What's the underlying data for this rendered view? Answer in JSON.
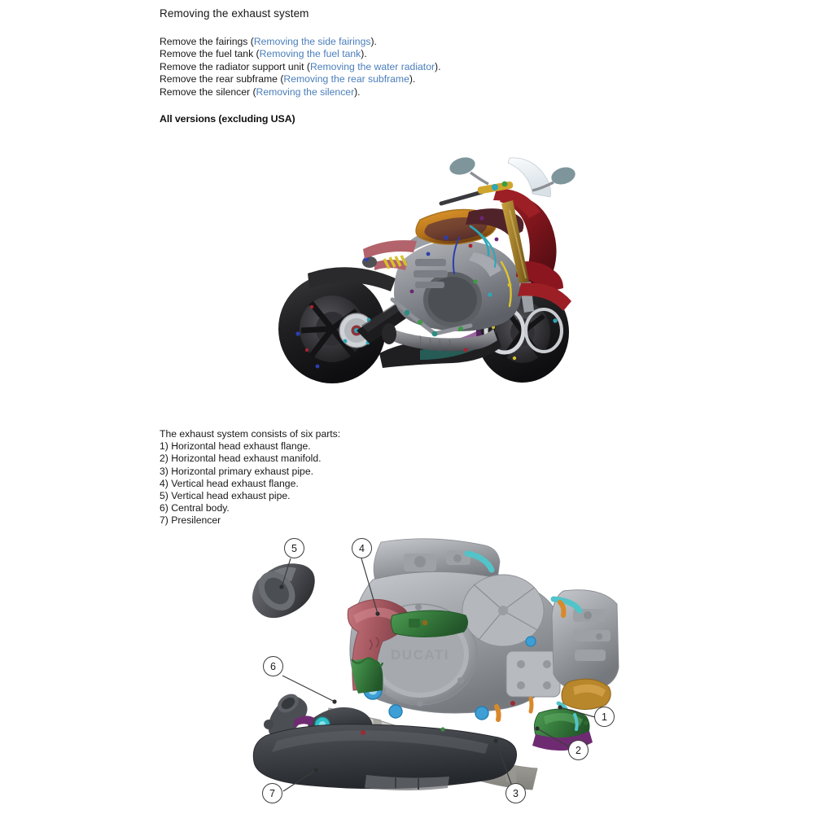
{
  "document": {
    "title": "Removing the exhaust system",
    "subhead": "All versions (excluding USA)"
  },
  "prerequisites": {
    "steps": [
      {
        "text_before": "Remove the fairings (",
        "link": "Removing the side fairings",
        "text_after": ")."
      },
      {
        "text_before": "Remove the fuel tank (",
        "link": "Removing the fuel tank",
        "text_after": ")."
      },
      {
        "text_before": "Remove the radiator support unit (",
        "link": "Removing the water radiator",
        "text_after": ")."
      },
      {
        "text_before": "Remove the rear subframe (",
        "link": "Removing the rear subframe",
        "text_after": ")."
      },
      {
        "text_before": "Remove the silencer (",
        "link": "Removing the silencer",
        "text_after": ")."
      }
    ]
  },
  "parts": {
    "intro": "The exhaust system consists of six parts:",
    "items": [
      "1) Horizontal head exhaust flange.",
      "2) Horizontal head exhaust manifold.",
      "3) Horizontal primary exhaust pipe.",
      "4) Vertical head exhaust flange.",
      "5) Vertical head exhaust pipe.",
      "6) Central body.",
      "7) Presilencer"
    ]
  },
  "figures": {
    "motorcycle": {
      "caption_id": "bike-assembly-view",
      "description": "Three-quarter front view of fully assembled motorcycle with exhaust system installed"
    },
    "engine": {
      "caption_id": "exhaust-system-exploded-view",
      "description": "Side view of engine with exhaust system components highlighted"
    }
  },
  "callouts": [
    {
      "number": "1",
      "part": "Horizontal head exhaust flange"
    },
    {
      "number": "2",
      "part": "Horizontal head exhaust manifold"
    },
    {
      "number": "3",
      "part": "Horizontal primary exhaust pipe"
    },
    {
      "number": "4",
      "part": "Vertical head exhaust flange"
    },
    {
      "number": "5",
      "part": "Vertical head exhaust pipe"
    },
    {
      "number": "6",
      "part": "Central body"
    },
    {
      "number": "7",
      "part": "Presilencer"
    }
  ],
  "colors": {
    "link": "#4a7ebb",
    "text": "#181818",
    "callout_stroke": "#3b3b3b",
    "part_red": "#b2636b",
    "part_green": "#3f8a45",
    "part_grey": "#6d7276",
    "part_purple": "#7a2f7a",
    "part_gold": "#b98a2e",
    "background": "#ffffff"
  }
}
